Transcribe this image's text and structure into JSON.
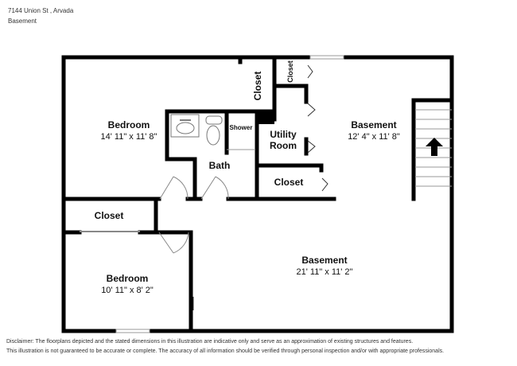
{
  "header": {
    "address": "7144 Union St , Arvada",
    "level": "Basement"
  },
  "rooms": {
    "bedroom1": {
      "name": "Bedroom",
      "dims": "14' 11\" x 11' 8\""
    },
    "closet_top": {
      "name": "Closet"
    },
    "closet_small": {
      "name": "Closet"
    },
    "shower": {
      "name": "Shower"
    },
    "bath": {
      "name": "Bath"
    },
    "utility_line1": {
      "name": "Utility"
    },
    "utility_line2": {
      "name": "Room"
    },
    "basement_right": {
      "name": "Basement",
      "dims": "12' 4\" x 11' 8\""
    },
    "closet_utility": {
      "name": "Closet"
    },
    "closet_left": {
      "name": "Closet"
    },
    "bedroom2": {
      "name": "Bedroom",
      "dims": "10' 11\" x 8' 2\""
    },
    "basement_main": {
      "name": "Basement",
      "dims": "21' 11\" x 11' 2\""
    }
  },
  "disclaimer": {
    "line1": "Disclaimer: The floorplans depicted and the stated dimensions in this illustration are indicative only and serve as an approximation of existing structures and features.",
    "line2": "This illustration is not guaranteed to be accurate or complete. The accuracy of all information should be verified through personal inspection and/or with appropriate professionals."
  }
}
